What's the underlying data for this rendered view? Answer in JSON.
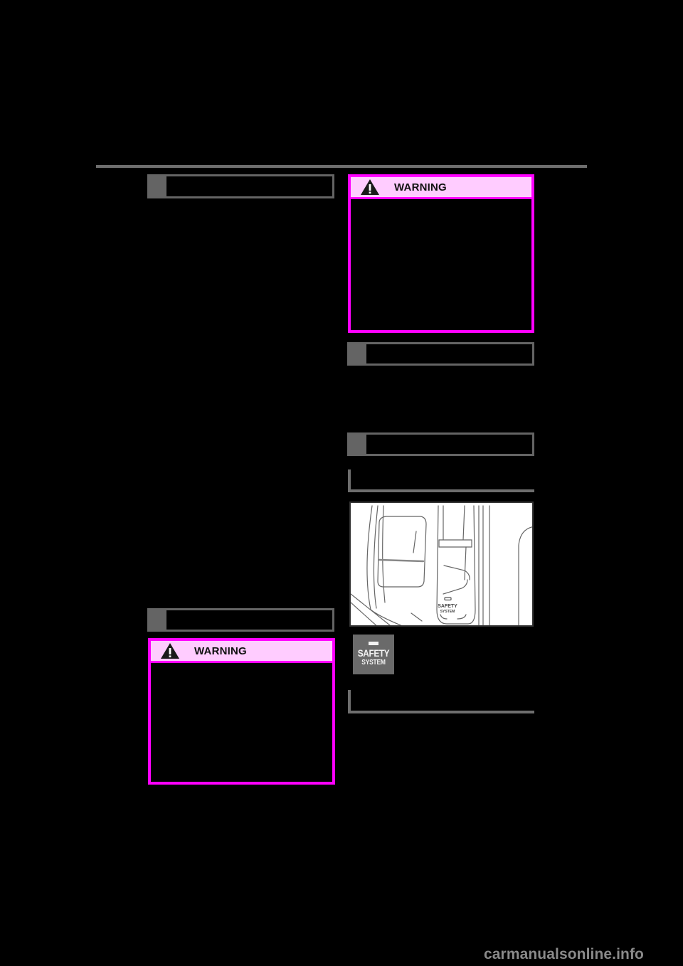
{
  "page": {
    "background": "#000000",
    "rule_color": "#6e6e6e"
  },
  "left_column": {
    "heading_1": {
      "text": ""
    },
    "heading_2": {
      "text": ""
    },
    "warning_box": {
      "label": "WARNING",
      "icon": "warning-triangle-icon",
      "body": ""
    }
  },
  "right_column": {
    "warning_box": {
      "label": "WARNING",
      "icon": "warning-triangle-icon",
      "body": ""
    },
    "heading_3": {
      "text": ""
    },
    "heading_4": {
      "text": ""
    },
    "subheading_1": {
      "text": ""
    },
    "illustration": {
      "description": "center console line drawing with safety system switch",
      "switch_label_line1": "SAFETY",
      "switch_label_line2": "SYSTEM"
    },
    "indicator_icon": {
      "label_line1": "SAFETY",
      "label_line2": "SYSTEM",
      "icon": "safety-system-switch-icon"
    },
    "subheading_2": {
      "text": ""
    }
  },
  "colors": {
    "warning_border": "#ff00ff",
    "warning_header_bg": "#ffccff",
    "heading_gray": "#646464"
  },
  "watermark": "carmanualsonline.info"
}
